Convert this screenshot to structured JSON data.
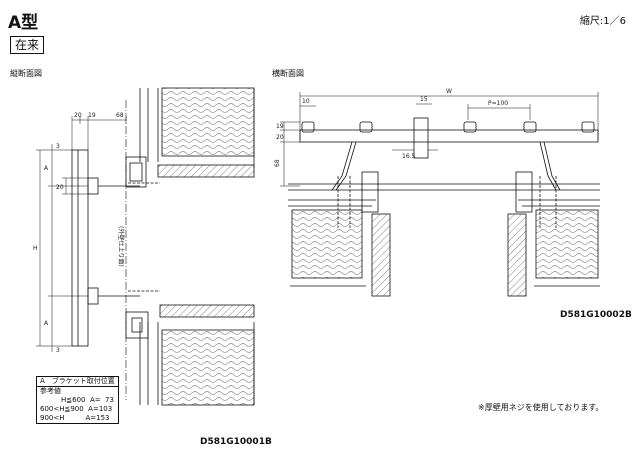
{
  "header": {
    "title": "A型",
    "scale": "縮尺:1／6",
    "type_box": "在来"
  },
  "views": {
    "vertical_caption": "縦断面図",
    "horizontal_caption": "横断面図"
  },
  "vertical_dims": {
    "d20": "20",
    "d19": "19",
    "d68": "68",
    "d3_top": "3",
    "a_top": "A",
    "d20_mid": "20",
    "h": "H",
    "a_bottom": "A",
    "d3_bottom": "3",
    "center_label": "(外壁仕上り面)"
  },
  "horizontal_dims": {
    "w": "W",
    "d10": "10",
    "d15": "15",
    "pitch": "P=100",
    "d19": "19",
    "d20": "20",
    "d68": "68",
    "d16_5": "16.5"
  },
  "bracket_table": {
    "head": "A　ブラケット取付位置",
    "sub": "参考値",
    "rows": [
      "　　　H≦600  A=  73",
      "600<H≦900  A=103",
      "900<H　　　A=153"
    ]
  },
  "codes": {
    "horizontal": "D581G10002B",
    "vertical": "D581G10001B"
  },
  "note": "※厚壁用ネジを使用しております。"
}
